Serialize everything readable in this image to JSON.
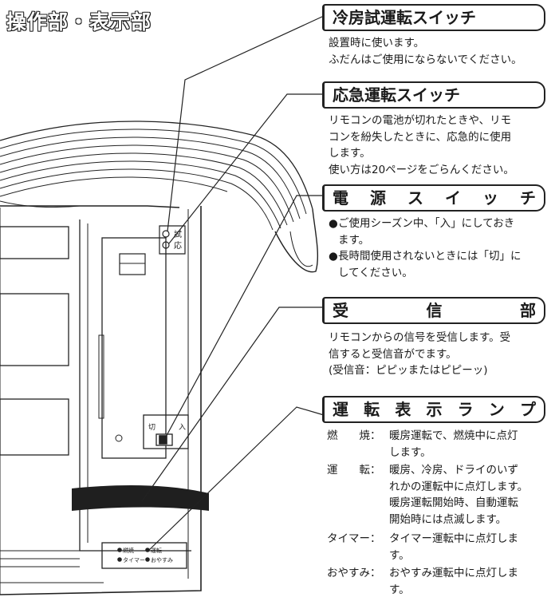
{
  "title": "操作部・表示部",
  "sections": [
    {
      "key": "test_switch",
      "title": "冷房試運転スイッチ",
      "lines": [
        "設置時に使います。",
        "ふだんはご使用にならないでください。"
      ]
    },
    {
      "key": "emergency_switch",
      "title": "応急運転スイッチ",
      "lines": [
        "リモコンの電池が切れたときや、リモ",
        "コンを紛失したときに、応急的に使用",
        "します。",
        "使い方は20ページをごらんください。"
      ]
    },
    {
      "key": "power_switch",
      "title": "電源スイッチ",
      "title_chars": [
        "電",
        "源",
        "ス",
        "イ",
        "ッ",
        "チ"
      ],
      "bullets": [
        {
          "marker": "●",
          "lines": [
            "ご使用シーズン中、「入」にしておき",
            "ます。"
          ]
        },
        {
          "marker": "●",
          "lines": [
            "長時間使用されないときには「切」に",
            "してください。"
          ]
        }
      ]
    },
    {
      "key": "receiver",
      "title": "受信部",
      "title_chars": [
        "受",
        "信",
        "部"
      ],
      "lines": [
        "リモコンからの信号を受信します。受",
        "信すると受信音がでます。",
        "(受信音：ピピッまたはピピーッ)"
      ]
    },
    {
      "key": "lamp",
      "title": "運転表示ランプ",
      "title_chars": [
        "運",
        "転",
        "表",
        "示",
        "ラ",
        "ン",
        "プ"
      ],
      "items": [
        {
          "label": "燃　　焼：",
          "lines": [
            "暖房運転で、燃焼中に点灯",
            "します。"
          ]
        },
        {
          "label": "運　　転：",
          "lines": [
            "暖房、冷房、ドライのいず",
            "れかの運転中に点灯します。",
            "暖房運転開始時、自動運転",
            "開始時には点滅します。"
          ]
        },
        {
          "label": "タイマー：",
          "lines": [
            "タイマー運転中に点灯しま",
            "す。"
          ]
        },
        {
          "label": "おやすみ：",
          "lines": [
            "おやすみ運転中に点灯しま",
            "す。"
          ]
        }
      ]
    }
  ],
  "unit_labels": {
    "switch_top": "試",
    "switch_bottom": "応",
    "off": "切",
    "on": "入",
    "panel_row1_a": "燃焼",
    "panel_row1_b": "運転",
    "panel_row2_a": "タイマー",
    "panel_row2_b": "おやすみ"
  }
}
